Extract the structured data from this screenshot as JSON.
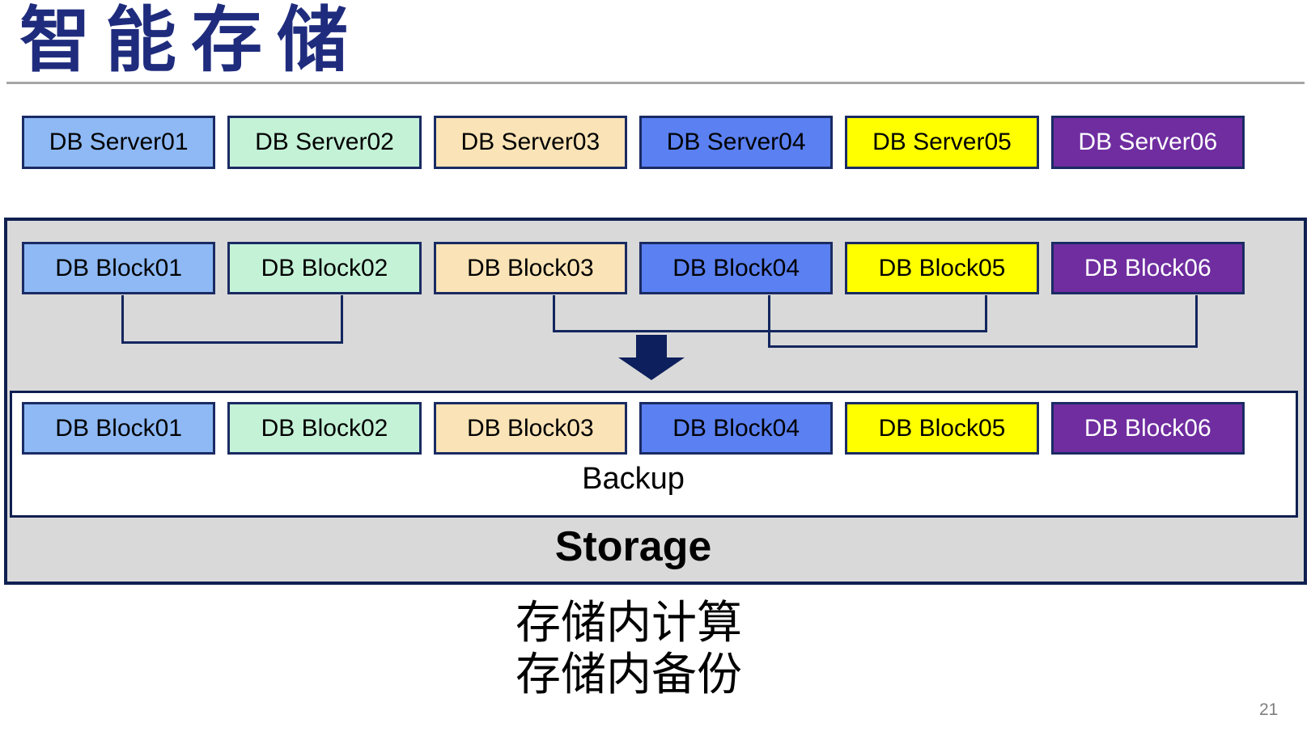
{
  "page": {
    "title": "智能存储",
    "page_number": "21",
    "caption_line1": "存储内计算",
    "caption_line2": "存储内备份"
  },
  "colors": {
    "title_text": "#1F2C7D",
    "box_border": "#1A2B63",
    "panel_border": "#0F2050",
    "panel_fill": "#D9D9D9",
    "connector": "#13265E",
    "arrow": "#0D1F5C",
    "divider_line": "#A6A6A6",
    "page_number_text": "#7F7F7F",
    "server01_fill": "#8EB9F5",
    "server02_fill": "#C4F2D7",
    "server03_fill": "#FAE3B6",
    "server04_fill": "#5A80F2",
    "server05_fill": "#FFFF00",
    "server06_fill": "#6F2DA0"
  },
  "server_row": [
    {
      "label": "DB Server01",
      "style": "background:#8EB9F5;color:#000000"
    },
    {
      "label": "DB Server02",
      "style": "background:#C4F2D7;color:#000000"
    },
    {
      "label": "DB Server03",
      "style": "background:#FAE3B6;color:#000000"
    },
    {
      "label": "DB Server04",
      "style": "background:#5A80F2;color:#000000"
    },
    {
      "label": "DB Server05",
      "style": "background:#FFFF00;color:#000000"
    },
    {
      "label": "DB Server06",
      "style": "background:#6F2DA0;color:#FFFFFF"
    }
  ],
  "storage_panel": {
    "storage_label": "Storage",
    "block_row_top": [
      {
        "label": "DB Block01",
        "style": "background:#8EB9F5;color:#000000"
      },
      {
        "label": "DB Block02",
        "style": "background:#C4F2D7;color:#000000"
      },
      {
        "label": "DB Block03",
        "style": "background:#FAE3B6;color:#000000"
      },
      {
        "label": "DB Block04",
        "style": "background:#5A80F2;color:#000000"
      },
      {
        "label": "DB Block05",
        "style": "background:#FFFF00;color:#000000"
      },
      {
        "label": "DB Block06",
        "style": "background:#6F2DA0;color:#FFFFFF"
      }
    ],
    "backup_box": {
      "label": "Backup",
      "block_row": [
        {
          "label": "DB Block01",
          "style": "background:#8EB9F5;color:#000000"
        },
        {
          "label": "DB Block02",
          "style": "background:#C4F2D7;color:#000000"
        },
        {
          "label": "DB Block03",
          "style": "background:#FAE3B6;color:#000000"
        },
        {
          "label": "DB Block04",
          "style": "background:#5A80F2;color:#000000"
        },
        {
          "label": "DB Block05",
          "style": "background:#FFFF00;color:#000000"
        },
        {
          "label": "DB Block06",
          "style": "background:#6F2DA0;color:#FFFFFF"
        }
      ]
    }
  }
}
